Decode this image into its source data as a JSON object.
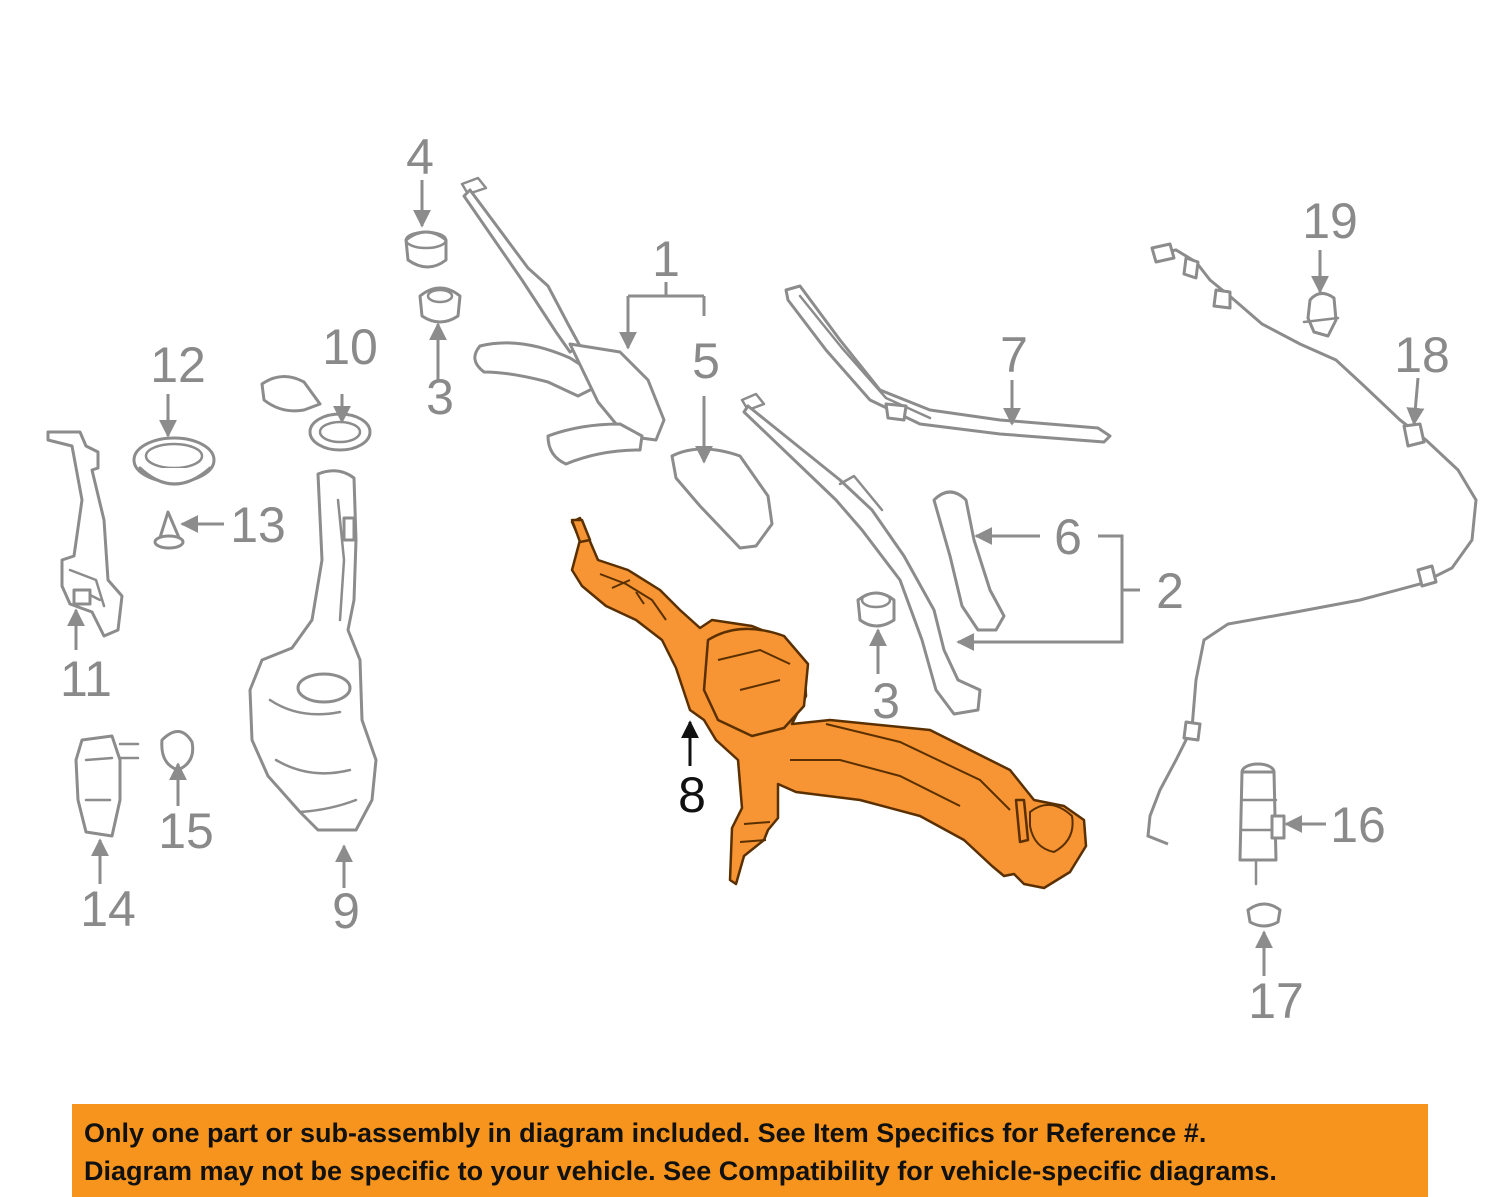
{
  "diagram": {
    "callouts": [
      {
        "id": "1",
        "label": "1"
      },
      {
        "id": "2",
        "label": "2"
      },
      {
        "id": "3a",
        "label": "3"
      },
      {
        "id": "3b",
        "label": "3"
      },
      {
        "id": "4",
        "label": "4"
      },
      {
        "id": "5",
        "label": "5"
      },
      {
        "id": "6",
        "label": "6"
      },
      {
        "id": "7",
        "label": "7"
      },
      {
        "id": "8",
        "label": "8"
      },
      {
        "id": "9",
        "label": "9"
      },
      {
        "id": "10",
        "label": "10"
      },
      {
        "id": "11",
        "label": "11"
      },
      {
        "id": "12",
        "label": "12"
      },
      {
        "id": "13",
        "label": "13"
      },
      {
        "id": "14",
        "label": "14"
      },
      {
        "id": "15",
        "label": "15"
      },
      {
        "id": "16",
        "label": "16"
      },
      {
        "id": "17",
        "label": "17"
      },
      {
        "id": "18",
        "label": "18"
      },
      {
        "id": "19",
        "label": "19"
      }
    ],
    "highlighted_part": "8",
    "highlight_color": "#f79433",
    "line_color": "#8c8c8c"
  },
  "notice": {
    "background": "#f7941d",
    "line1": "Only one part or sub-assembly in diagram included. See Item Specifics for Reference #.",
    "line2": "Diagram may not be specific to your vehicle. See Compatibility for vehicle-specific diagrams."
  }
}
